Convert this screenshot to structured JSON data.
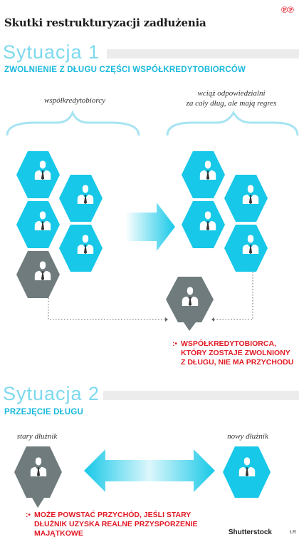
{
  "header": {
    "title": "Skutki restrukturyzacji zadłużenia",
    "logo": "℗℗"
  },
  "situation1": {
    "label": "Sytuacja 1",
    "subtitle": "ZWOLNIENIE Z DŁUGU CZĘŚCI WSPÓŁKREDYTOBIORCÓW",
    "left_caption": "współkredytobiorcy",
    "right_caption_line1": "wciąż odpowiedzialni",
    "right_caption_line2": "za cały dług, ale mają regres",
    "note_line1": "WSPÓŁKREDYTOBIORCA,",
    "note_line2": "KTÓRY ZOSTAJE ZWOLNIONY",
    "note_line3": "Z DŁUGU, NIE MA PRZYCHODU"
  },
  "situation2": {
    "label": "Sytuacja 2",
    "subtitle": "PRZEJĘCIE DŁUGU",
    "left_caption": "stary dłużnik",
    "right_caption": "nowy dłużnik",
    "note_line1": "MOŻE POWSTAĆ PRZYCHÓD, JEŚLI STARY",
    "note_line2": "DŁUŻNIK UZYSKA REALNE PRZYSPORZENIE",
    "note_line3": "MAJĄTKOWE"
  },
  "footer": {
    "credit": "Shutterstock",
    "credit_tail": "ŁR"
  },
  "colors": {
    "cyan": "#17c8e8",
    "gray": "#6f7b7d",
    "red": "#e21b25",
    "light_cyan": "#7dd9ee"
  },
  "icons": [
    "person-icon",
    "arrow-right-icon",
    "double-arrow-icon",
    "brace-icon"
  ]
}
